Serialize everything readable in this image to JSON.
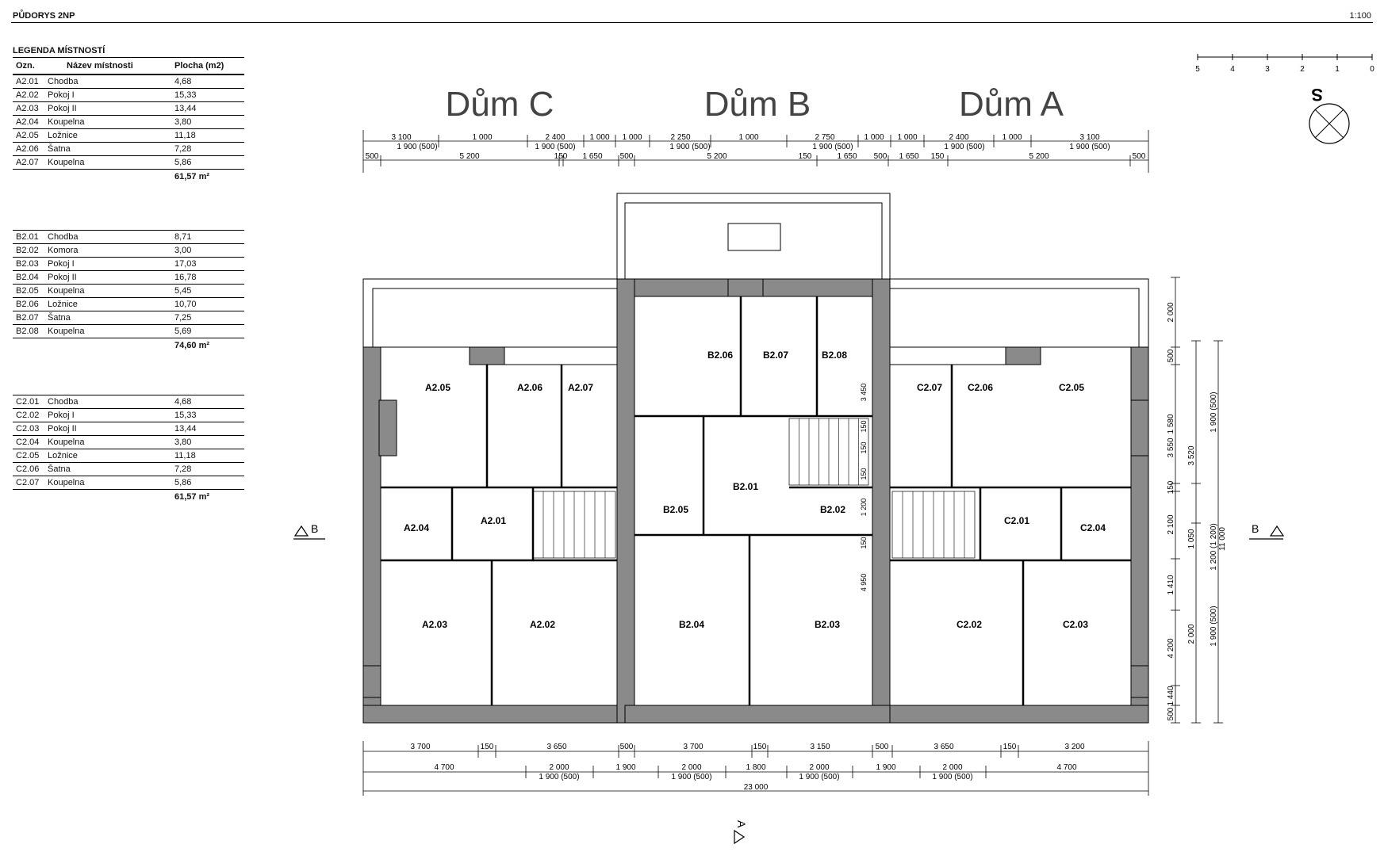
{
  "header": {
    "title": "PŮDORYS 2NP",
    "scale": "1:100"
  },
  "legend": {
    "title": "LEGENDA MÍSTNOSTÍ",
    "columns": [
      "Ozn.",
      "Název místnosti",
      "Plocha (m2)"
    ],
    "groups": [
      {
        "rows": [
          [
            "A2.01",
            "Chodba",
            "4,68"
          ],
          [
            "A2.02",
            "Pokoj I",
            "15,33"
          ],
          [
            "A2.03",
            "Pokoj II",
            "13,44"
          ],
          [
            "A2.04",
            "Koupelna",
            "3,80"
          ],
          [
            "A2.05",
            "Ložnice",
            "11,18"
          ],
          [
            "A2.06",
            "Šatna",
            "7,28"
          ],
          [
            "A2.07",
            "Koupelna",
            "5,86"
          ]
        ],
        "total": "61,57 m²"
      },
      {
        "rows": [
          [
            "B2.01",
            "Chodba",
            "8,71"
          ],
          [
            "B2.02",
            "Komora",
            "3,00"
          ],
          [
            "B2.03",
            "Pokoj I",
            "17,03"
          ],
          [
            "B2.04",
            "Pokoj II",
            "16,78"
          ],
          [
            "B2.05",
            "Koupelna",
            "5,45"
          ],
          [
            "B2.06",
            "Ložnice",
            "10,70"
          ],
          [
            "B2.07",
            "Šatna",
            "7,25"
          ],
          [
            "B2.08",
            "Koupelna",
            "5,69"
          ]
        ],
        "total": "74,60 m²"
      },
      {
        "rows": [
          [
            "C2.01",
            "Chodba",
            "4,68"
          ],
          [
            "C2.02",
            "Pokoj I",
            "15,33"
          ],
          [
            "C2.03",
            "Pokoj II",
            "13,44"
          ],
          [
            "C2.04",
            "Koupelna",
            "3,80"
          ],
          [
            "C2.05",
            "Ložnice",
            "11,18"
          ],
          [
            "C2.06",
            "Šatna",
            "7,28"
          ],
          [
            "C2.07",
            "Koupelna",
            "5,86"
          ]
        ],
        "total": "61,57 m²"
      }
    ]
  },
  "scale_bar": {
    "labels": [
      "5",
      "4",
      "3",
      "2",
      "1",
      "0"
    ]
  },
  "north_label": "S",
  "houses": [
    "Dům C",
    "Dům B",
    "Dům A"
  ],
  "rooms": {
    "A2.05": "A2.05",
    "A2.06": "A2.06",
    "A2.07": "A2.07",
    "A2.04": "A2.04",
    "A2.01": "A2.01",
    "A2.03": "A2.03",
    "A2.02": "A2.02",
    "B2.06": "B2.06",
    "B2.07": "B2.07",
    "B2.08": "B2.08",
    "B2.05": "B2.05",
    "B2.01": "B2.01",
    "B2.02": "B2.02",
    "B2.04": "B2.04",
    "B2.03": "B2.03",
    "C2.07": "C2.07",
    "C2.06": "C2.06",
    "C2.05": "C2.05",
    "C2.01": "C2.01",
    "C2.04": "C2.04",
    "C2.02": "C2.02",
    "C2.03": "C2.03"
  },
  "section_marks": {
    "left": "B",
    "right": "B",
    "bottom": "A"
  },
  "dims_top": {
    "row1": [
      "3 100",
      "1 000",
      "2 400",
      "1 000",
      "1 000",
      "2 250",
      "1 000",
      "2 750",
      "1 000",
      "1 000",
      "2 400",
      "1 000",
      "3 100"
    ],
    "row1_sub": [
      "1 900 (500)",
      "1 900 (500)",
      "1 900 (500)",
      "1 900 (500)",
      "1 900 (500)",
      "1 900 (500)"
    ],
    "row2": [
      "500",
      "5 200",
      "150",
      "1 650",
      "500",
      "5 200",
      "150",
      "1 650",
      "500",
      "1 650",
      "150",
      "5 200",
      "500"
    ]
  },
  "dims_bottom": {
    "row1": [
      "3 700",
      "150",
      "3 650",
      "500",
      "3 700",
      "150",
      "3 150",
      "500",
      "3 650",
      "150",
      "3 200"
    ],
    "row2": [
      "4 700",
      "2 000",
      "1 900",
      "2 000",
      "1 800",
      "2 000",
      "1 900",
      "2 000",
      "4 700"
    ],
    "row2_sub": [
      "1 900 (500)",
      "1 900 (500)",
      "1 900 (500)",
      "1 900 (500)"
    ],
    "total": "23 000"
  },
  "dims_right": {
    "col1": [
      "2 000",
      "500",
      "1 580",
      "3 550",
      "150",
      "2 100",
      "1 410",
      "4 200",
      "1 440",
      "500"
    ],
    "col1_sub": [
      "1 900 (500)",
      "1 200 (1 200)",
      "1 900 (500)"
    ],
    "col1_extra": [
      "3 520",
      "1 050",
      "2 000"
    ],
    "total": "11 000"
  },
  "dims_inner": [
    "3 450",
    "150",
    "150",
    "150",
    "1 200",
    "150",
    "4 950"
  ]
}
